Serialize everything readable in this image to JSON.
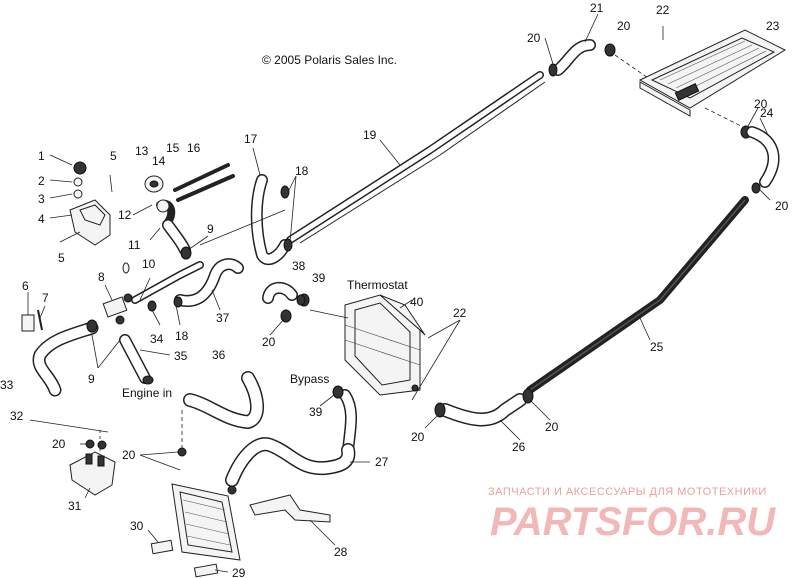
{
  "copyright": "© 2005 Polaris Sales Inc.",
  "annotations": {
    "thermostat": "Thermostat",
    "engine_in": "Engine in",
    "bypass": "Bypass"
  },
  "watermark": {
    "tagline": "ЗАПЧАСТИ И АКСЕССУАРЫ ДЛЯ МОТОТЕХНИКИ",
    "logo_text": "PARTSFOR.RU"
  },
  "callouts": [
    {
      "id": "c1",
      "text": "1"
    },
    {
      "id": "c2",
      "text": "2"
    },
    {
      "id": "c3",
      "text": "3"
    },
    {
      "id": "c4",
      "text": "4"
    },
    {
      "id": "c5a",
      "text": "5"
    },
    {
      "id": "c5b",
      "text": "5"
    },
    {
      "id": "c6",
      "text": "6"
    },
    {
      "id": "c7",
      "text": "7"
    },
    {
      "id": "c8",
      "text": "8"
    },
    {
      "id": "c9a",
      "text": "9"
    },
    {
      "id": "c9b",
      "text": "9"
    },
    {
      "id": "c10",
      "text": "10"
    },
    {
      "id": "c11",
      "text": "11"
    },
    {
      "id": "c12",
      "text": "12"
    },
    {
      "id": "c13",
      "text": "13"
    },
    {
      "id": "c14",
      "text": "14"
    },
    {
      "id": "c15",
      "text": "15"
    },
    {
      "id": "c16",
      "text": "16"
    },
    {
      "id": "c17",
      "text": "17"
    },
    {
      "id": "c18a",
      "text": "18"
    },
    {
      "id": "c18b",
      "text": "18"
    },
    {
      "id": "c19",
      "text": "19"
    },
    {
      "id": "c20a",
      "text": "20"
    },
    {
      "id": "c20b",
      "text": "20"
    },
    {
      "id": "c20c",
      "text": "20"
    },
    {
      "id": "c20d",
      "text": "20"
    },
    {
      "id": "c20e",
      "text": "20"
    },
    {
      "id": "c20f",
      "text": "20"
    },
    {
      "id": "c20g",
      "text": "20"
    },
    {
      "id": "c20h",
      "text": "20"
    },
    {
      "id": "c20i",
      "text": "20"
    },
    {
      "id": "c21",
      "text": "21"
    },
    {
      "id": "c22a",
      "text": "22"
    },
    {
      "id": "c22b",
      "text": "22"
    },
    {
      "id": "c23",
      "text": "23"
    },
    {
      "id": "c24",
      "text": "24"
    },
    {
      "id": "c25",
      "text": "25"
    },
    {
      "id": "c26",
      "text": "26"
    },
    {
      "id": "c27",
      "text": "27"
    },
    {
      "id": "c28",
      "text": "28"
    },
    {
      "id": "c29",
      "text": "29"
    },
    {
      "id": "c30",
      "text": "30"
    },
    {
      "id": "c31",
      "text": "31"
    },
    {
      "id": "c32",
      "text": "32"
    },
    {
      "id": "c33",
      "text": "33"
    },
    {
      "id": "c34",
      "text": "34"
    },
    {
      "id": "c35",
      "text": "35"
    },
    {
      "id": "c36",
      "text": "36"
    },
    {
      "id": "c37",
      "text": "37"
    },
    {
      "id": "c38",
      "text": "38"
    },
    {
      "id": "c39a",
      "text": "39"
    },
    {
      "id": "c39b",
      "text": "39"
    },
    {
      "id": "c40",
      "text": "40"
    }
  ]
}
